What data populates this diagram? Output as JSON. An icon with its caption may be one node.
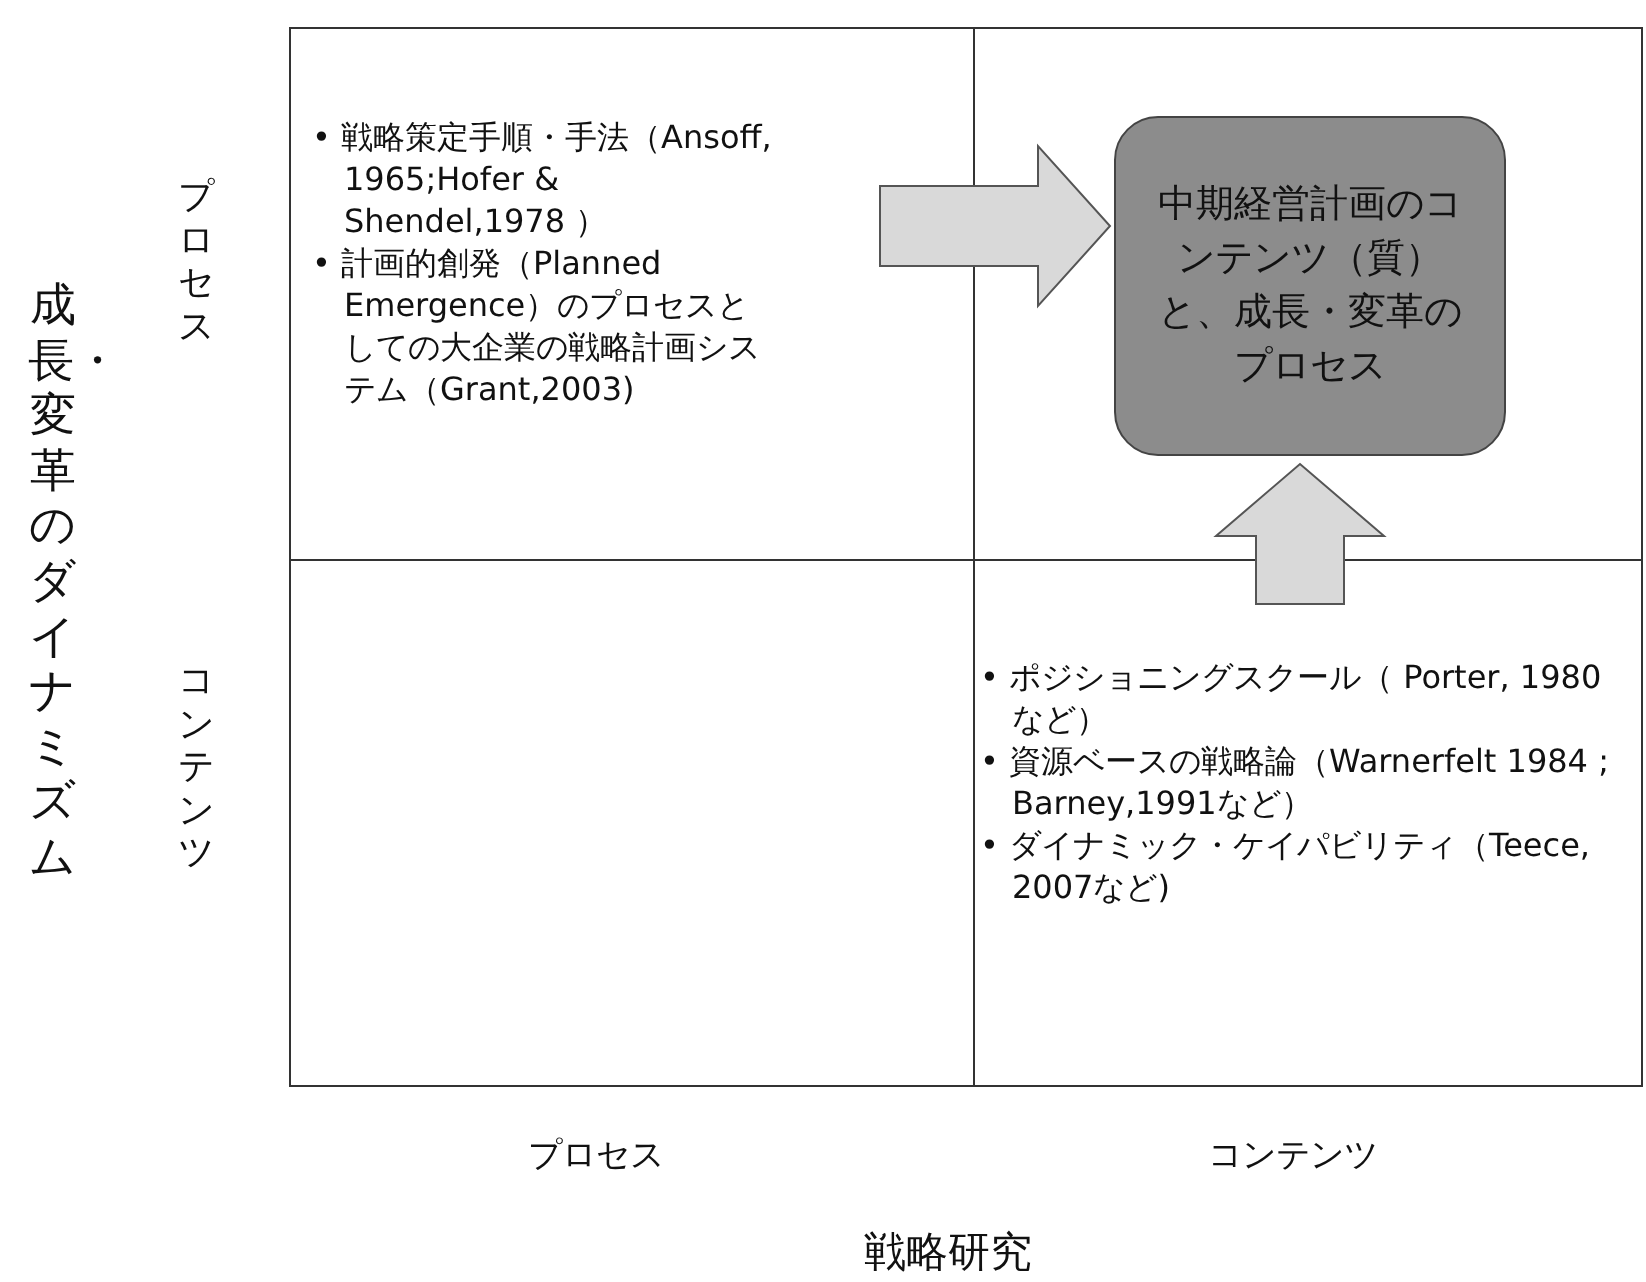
{
  "diagram": {
    "nodes": [
      {
        "text": [
          "• 戦略策定手順・手法（Ansoff, 1965;Hofer & Shendel,1978 ）",
          "• 計画的創発（Planned Emergence）のプロセスとしての大企業の戦略計画システム（Grant,2003)"
        ]
      },
      {
        "text": [
          "中期経営計画のコンテンツ（質）と、成長・変革のプロセス"
        ]
      },
      {
        "text": [
          "• ポジショニングスクール（ Porter, 1980など）",
          "• 資源ベースの戦略論（Warnerfelt 1984 ; Barney,1991など）",
          "• ダイナミック・ケイパビリティ（Teece, 2007など)"
        ]
      }
    ],
    "edges": [
      {
        "from": 0,
        "to": 1,
        "arrow": "to"
      },
      {
        "from": 2,
        "to": 1,
        "arrow": "to"
      }
    ],
    "labels": [
      "成長・変革のダイナミズム",
      "プロセス",
      "コンテンツ",
      "プロセス",
      "コンテンツ",
      "戦略研究"
    ]
  }
}
